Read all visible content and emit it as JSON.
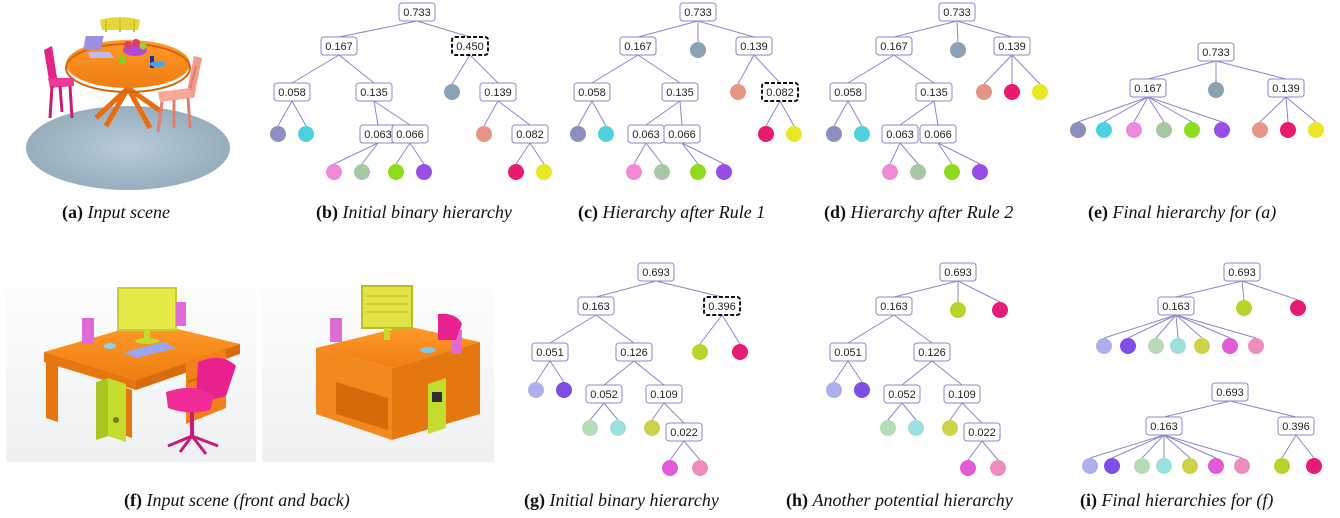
{
  "captions": {
    "a": {
      "tag": "(a)",
      "text": "Input scene"
    },
    "b": {
      "tag": "(b)",
      "text": "Initial binary hierarchy"
    },
    "c": {
      "tag": "(c)",
      "text": "Hierarchy after Rule 1"
    },
    "d": {
      "tag": "(d)",
      "text": "Hierarchy after Rule 2"
    },
    "e": {
      "tag": "(e)",
      "text": "Final hierarchy for (a)"
    },
    "f": {
      "tag": "(f)",
      "text": "Input scene (front and back)"
    },
    "g": {
      "tag": "(g)",
      "text": "Initial binary hierarchy"
    },
    "h": {
      "tag": "(h)",
      "text": "Another potential hierarchy"
    },
    "i": {
      "tag": "(i)",
      "text": "Final hierarchies for (f)"
    }
  },
  "colors": {
    "edge": "#8a87c9",
    "node_border": "#8a87c9",
    "highlight_border": "#111111",
    "leaf_slate": "#8a8fc0",
    "leaf_cyan": "#4fd0df",
    "leaf_pink": "#f08ad8",
    "leaf_sage": "#a6c8a6",
    "leaf_lime": "#8fdc1c",
    "leaf_purple": "#9a4de6",
    "leaf_grey_blue": "#8aa2b4",
    "leaf_salmon": "#e69585",
    "leaf_crimson": "#e81a6f",
    "leaf_yellow": "#e9e624",
    "leaf_lavender": "#aeb0ee",
    "leaf_violet": "#7d4fe6",
    "leaf_mint": "#b6dcb6",
    "leaf_aqua": "#9ce0dd",
    "leaf_olive": "#cdd24a",
    "leaf_magenta": "#e25ad6",
    "leaf_rose": "#ee8cc0",
    "leaf_chartreuse": "#b6d42a",
    "leaf_raspberry": "#e51c74"
  },
  "trees": {
    "b": {
      "root": "0.733",
      "n1": "0.167",
      "n2": "0.450",
      "n3": "0.058",
      "n4": "0.135",
      "n5": "0.063",
      "n6": "0.066",
      "n7": "0.139",
      "n8": "0.082"
    },
    "c": {
      "root": "0.733",
      "n1": "0.167",
      "n2": "0.139",
      "n3": "0.058",
      "n4": "0.135",
      "n5": "0.063",
      "n6": "0.066",
      "n7": "0.082"
    },
    "d": {
      "root": "0.733",
      "n1": "0.167",
      "n2": "0.139",
      "n3": "0.058",
      "n4": "0.135",
      "n5": "0.063",
      "n6": "0.066"
    },
    "e": {
      "root": "0.733",
      "n1": "0.167",
      "n2": "0.139"
    },
    "g": {
      "root": "0.693",
      "n1": "0.163",
      "n2": "0.396",
      "n3": "0.051",
      "n4": "0.126",
      "n5": "0.052",
      "n6": "0.109",
      "n7": "0.022"
    },
    "h": {
      "root": "0.693",
      "n1": "0.163",
      "n3": "0.051",
      "n4": "0.126",
      "n5": "0.052",
      "n6": "0.109",
      "n7": "0.022"
    },
    "i1": {
      "root": "0.693",
      "n1": "0.163"
    },
    "i2": {
      "root": "0.693",
      "n1": "0.163",
      "n2": "0.396"
    }
  }
}
